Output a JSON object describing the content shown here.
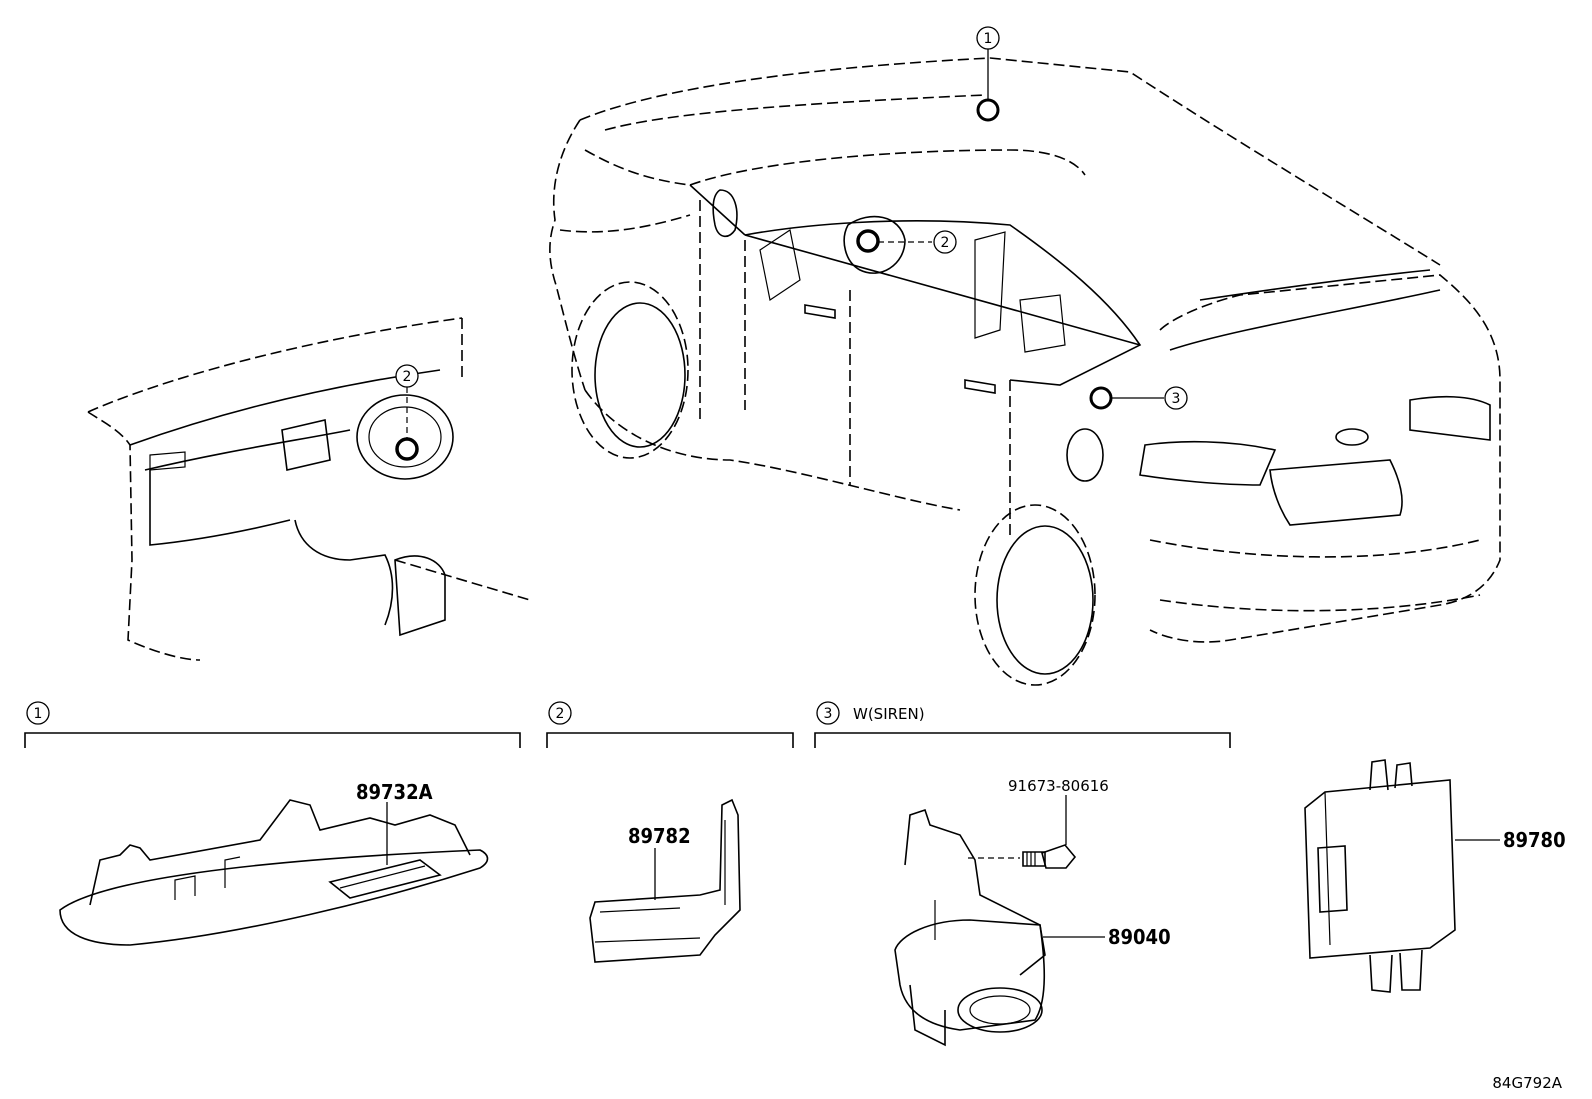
{
  "diagram": {
    "callouts": {
      "c1": "1",
      "c2": "2",
      "c3": "3"
    },
    "section_1": {
      "marker": "1"
    },
    "section_2": {
      "marker": "2"
    },
    "section_3": {
      "marker": "3",
      "note": "W(SIREN)"
    },
    "parts": {
      "p1": "89732A",
      "p2": "89782",
      "p3": "91673-80616",
      "p4": "89040",
      "p5": "89780"
    },
    "figure_code": "84G792A"
  }
}
